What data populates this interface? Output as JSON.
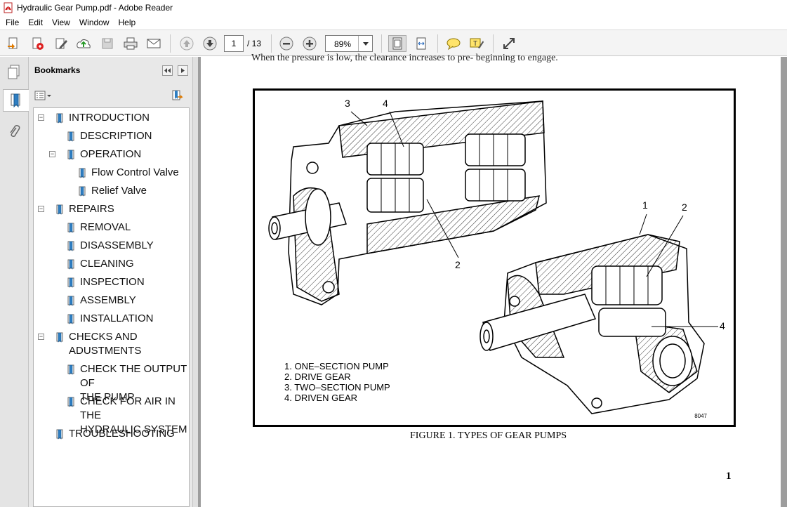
{
  "window": {
    "title": "Hydraulic Gear Pump.pdf - Adobe Reader"
  },
  "menu": [
    "File",
    "Edit",
    "View",
    "Window",
    "Help"
  ],
  "toolbar": {
    "current_page": "1",
    "page_count": "/ 13",
    "zoom": "89%",
    "icons": [
      "create-pdf-icon",
      "convert-icon",
      "edit-icon",
      "upload-icon",
      "save-icon",
      "print-icon",
      "email-icon",
      "page-up-icon",
      "page-down-icon",
      "zoom-out-icon",
      "zoom-in-icon",
      "fit-page-icon",
      "fit-width-icon",
      "comment-icon",
      "highlight-icon",
      "expand-icon"
    ]
  },
  "bookmarks_panel": {
    "title": "Bookmarks",
    "items": [
      {
        "label": "INTRODUCTION",
        "level": 0,
        "toggle": "−"
      },
      {
        "label": "DESCRIPTION",
        "level": 1
      },
      {
        "label": "OPERATION",
        "level": 1,
        "toggle": "−"
      },
      {
        "label": "Flow Control Valve",
        "level": 2
      },
      {
        "label": "Relief Valve",
        "level": 2
      },
      {
        "label": "REPAIRS",
        "level": 0,
        "toggle": "−"
      },
      {
        "label": "REMOVAL",
        "level": 1
      },
      {
        "label": "DISASSEMBLY",
        "level": 1
      },
      {
        "label": "CLEANING",
        "level": 1
      },
      {
        "label": "INSPECTION",
        "level": 1
      },
      {
        "label": "ASSEMBLY",
        "level": 1
      },
      {
        "label": "INSTALLATION",
        "level": 1
      },
      {
        "label": "CHECKS AND ADUSTMENTS",
        "line1": "CHECKS AND",
        "line2": "ADUSTMENTS",
        "level": 0,
        "toggle": "−"
      },
      {
        "label": "CHECK THE OUTPUT OF THE PUMP",
        "line1": "CHECK THE OUTPUT OF",
        "line2": "THE PUMP",
        "level": 1
      },
      {
        "label": "CHECK FOR AIR IN THE HYDRAULIC SYSTEM",
        "line1": "CHECK FOR AIR IN THE",
        "line2": "HYDRAULIC SYSTEM",
        "level": 1
      },
      {
        "label": "TROUBLESHOOTING",
        "level": 0
      }
    ]
  },
  "document": {
    "top_text": "When the pressure is low, the clearance increases to pre-          beginning to engage.",
    "figure": {
      "callouts": [
        "3",
        "4",
        "2",
        "1",
        "2",
        "4"
      ],
      "legend": [
        "1.  ONE–SECTION PUMP",
        "2.  DRIVE GEAR",
        "3.  TWO–SECTION PUMP",
        "4.  DRIVEN GEAR"
      ],
      "code": "8047",
      "caption": "FIGURE 1. TYPES OF GEAR PUMPS"
    },
    "page_number": "1"
  }
}
